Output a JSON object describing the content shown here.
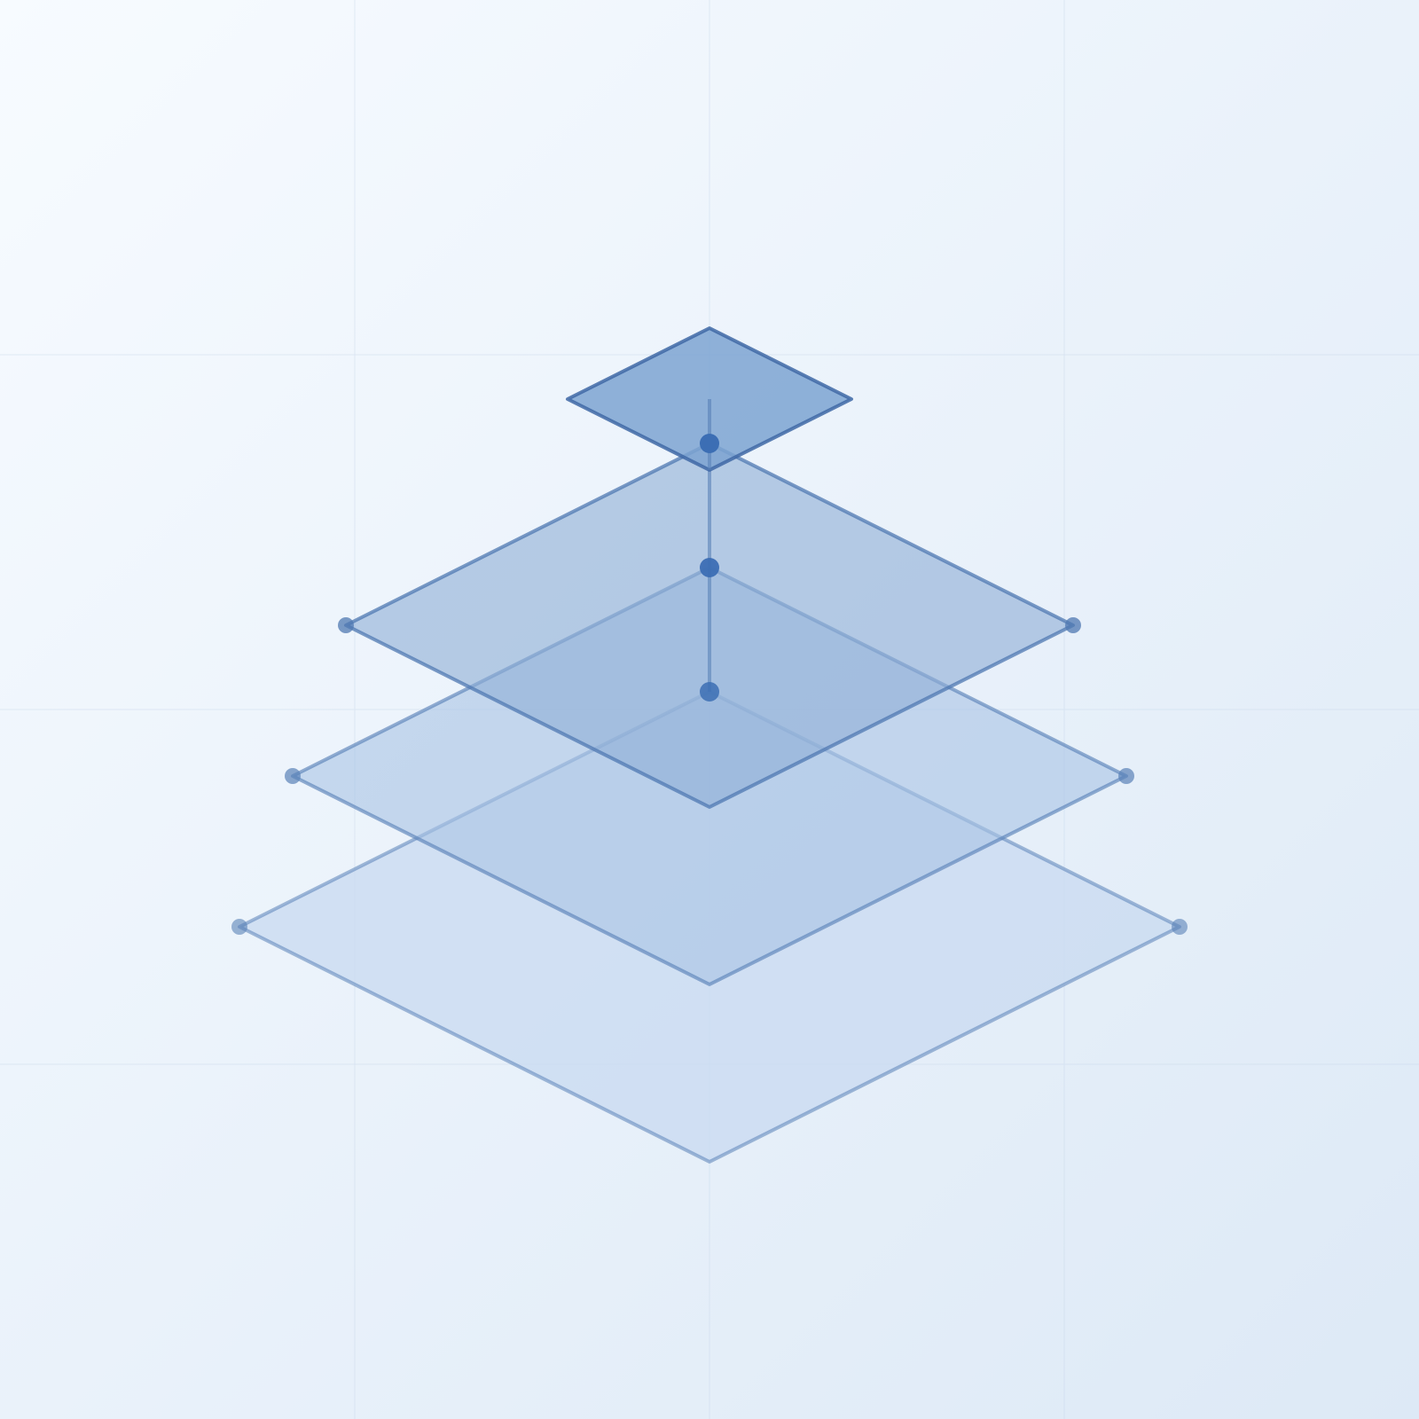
{
  "diagram": {
    "kind": "isometric-layer-stack",
    "layer_count": 4,
    "layers": [
      {
        "id": "layer-base",
        "level": 1
      },
      {
        "id": "layer-middle",
        "level": 2
      },
      {
        "id": "layer-upper",
        "level": 3
      },
      {
        "id": "layer-top",
        "level": 4
      }
    ],
    "nodes": [
      "layer-base-apex-node",
      "layer-middle-apex-node",
      "layer-upper-apex-node"
    ],
    "has_vertical_axis": true,
    "has_background_grid": true
  },
  "colors": {
    "background_start": "#f7fbff",
    "background_end": "#dde9f6",
    "grid": "#c7d7ea",
    "layer_base_fill": "#c8daf0",
    "layer_middle_fill": "#a9c3e4",
    "layer_upper_fill": "#8eadd6",
    "layer_top_fill": "#7da3d1",
    "stroke": "#5a82b8",
    "stroke_dark": "#3f68a6",
    "node": "#3c6eb4"
  }
}
